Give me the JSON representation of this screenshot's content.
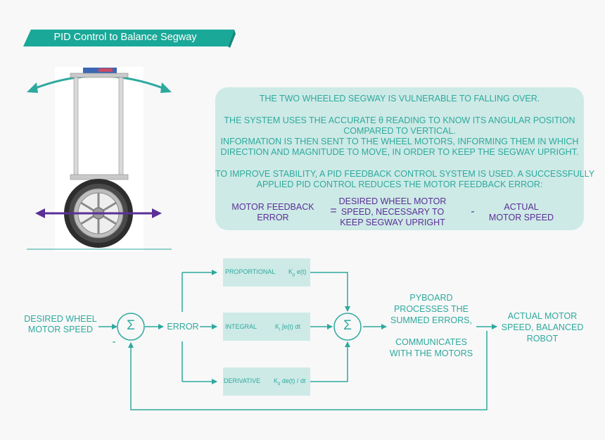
{
  "title": "PID Control to Balance Segway",
  "info": {
    "line1": "THE TWO WHEELED SEGWAY IS VULNERABLE TO FALLING OVER.",
    "line2": "THE SYSTEM USES THE ACCURATE θ READING TO KNOW ITS ANGULAR POSITION",
    "line3": "COMPARED TO VERTICAL.",
    "line4": "INFORMATION IS THEN SENT TO THE WHEEL MOTORS, INFORMING THEM IN WHICH",
    "line5": "DIRECTION AND MAGNITUDE TO MOVE, IN ORDER TO KEEP THE SEGWAY UPRIGHT.",
    "line6": "TO IMPROVE STABILITY, A PID FEEDBACK CONTROL SYSTEM IS USED. A SUCCESSFULLY",
    "line7": "APPLIED PID CONTROL REDUCES THE MOTOR FEEDBACK ERROR:"
  },
  "equation": {
    "lhs_1": "MOTOR FEEDBACK",
    "lhs_2": "ERROR",
    "equals": "=",
    "term1_1": "DESIRED WHEEL MOTOR",
    "term1_2": "SPEED, NECESSARY TO",
    "term1_3": "KEEP SEGWAY UPRIGHT",
    "minus": "-",
    "term2_1": "ACTUAL",
    "term2_2": "MOTOR SPEED"
  },
  "diagram": {
    "input_1": "DESIRED WHEEL",
    "input_2": "MOTOR SPEED",
    "feedback_sign": "-",
    "sum_symbol": "Σ",
    "error_label": "ERROR",
    "proportional": {
      "label": "PROPORTIONAL",
      "k": "K",
      "sub": "p",
      "rest": "e(t)"
    },
    "integral": {
      "label": "INTEGRAL",
      "k": "K",
      "sub": "i",
      "rest": "∫e(t) dt"
    },
    "derivative": {
      "label": "DERIVATIVE",
      "k": "K",
      "sub": "d",
      "rest": "de(t) / dt"
    },
    "pyboard_1": "PYBOARD",
    "pyboard_2": "PROCESSES THE",
    "pyboard_3": "SUMMED ERRORS,",
    "pyboard_4": "COMMUNICATES",
    "pyboard_5": "WITH THE MOTORS",
    "output_1": "ACTUAL MOTOR",
    "output_2": "SPEED, BALANCED",
    "output_3": "ROBOT"
  },
  "colors": {
    "teal": "#2ea99e",
    "teal_light": "#cdeae6",
    "purple": "#5b2f97",
    "banner": "#1aa898"
  }
}
